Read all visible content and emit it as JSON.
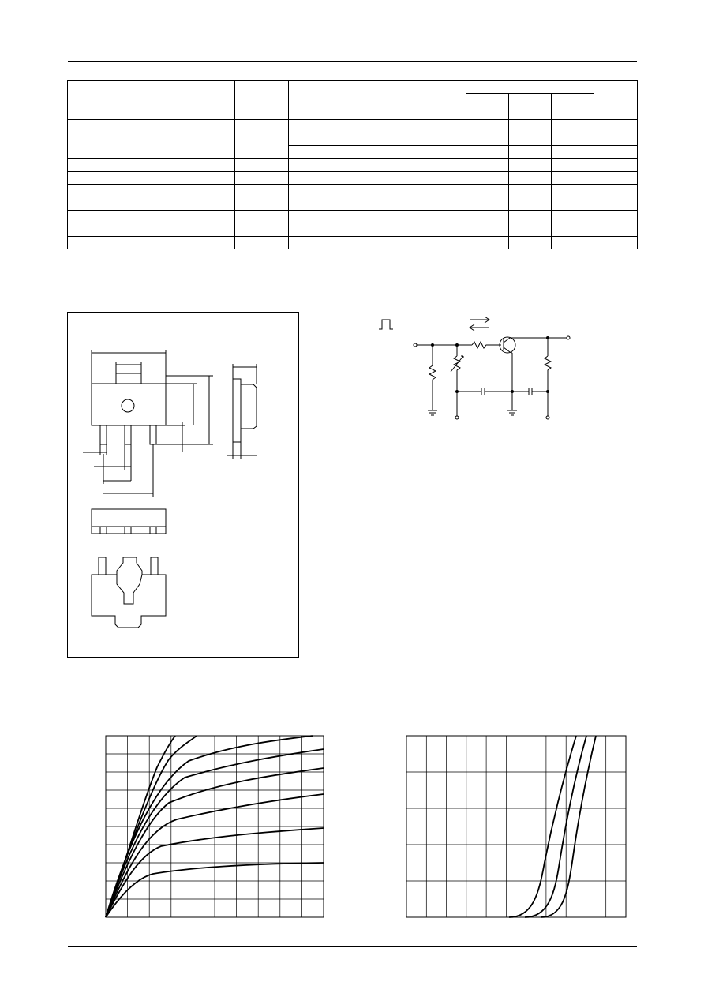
{
  "document": {
    "spec_table": {
      "rows": 13,
      "columns": 7,
      "cells_text": []
    },
    "package_outline": {
      "labels": []
    },
    "switching_circuit": {
      "labels": []
    },
    "graphs": [
      {
        "name": "output-characteristics",
        "curve_count": 8,
        "labels": []
      },
      {
        "name": "transfer-characteristics",
        "curve_count": 3,
        "labels": []
      }
    ]
  }
}
